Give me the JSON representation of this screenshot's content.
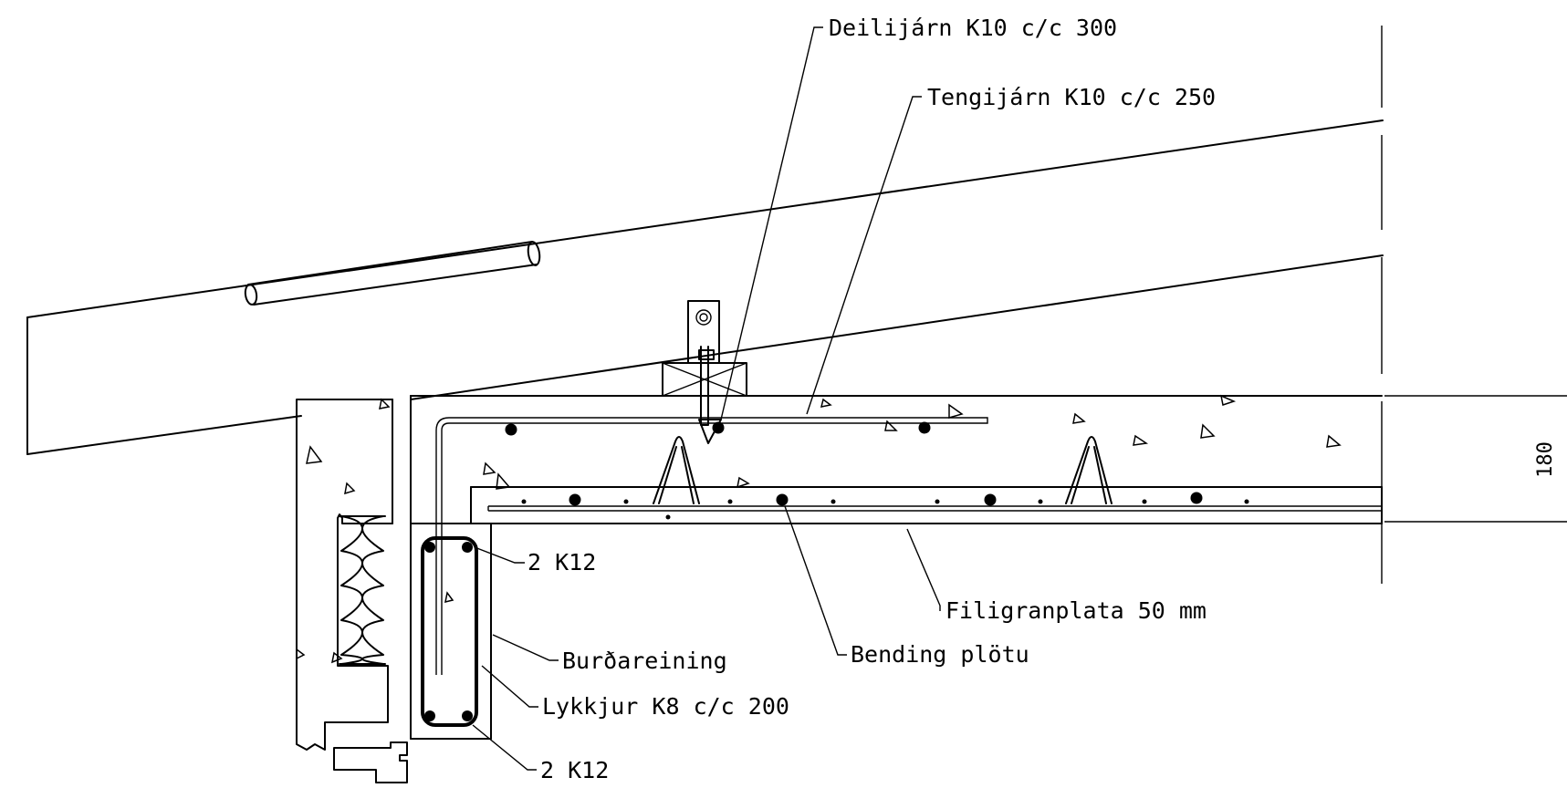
{
  "labels": {
    "deilijarn": "Deilijárn K10 c/c 300",
    "tengijarn": "Tengijárn K10 c/c 250",
    "k12_top": "2 K12",
    "filigranplata": "Filigranplata 50 mm",
    "burdareining": "Burðareining",
    "bending": "Bending plötu",
    "lykkjur": "Lykkjur K8 c/c 200",
    "k12_bottom": "2 K12"
  },
  "dimension": "180"
}
